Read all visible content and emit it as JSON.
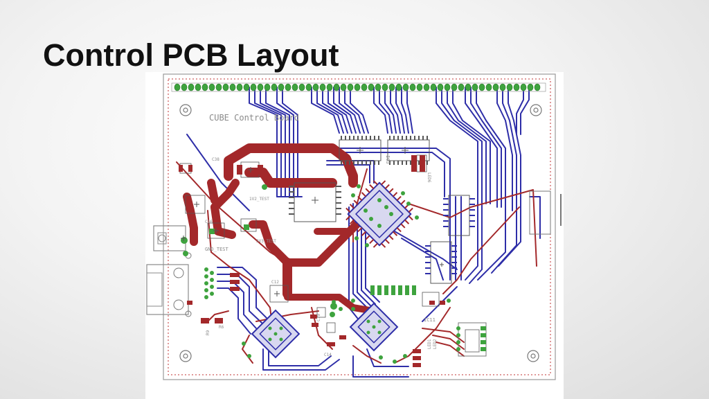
{
  "slide": {
    "title": "Control PCB Layout"
  },
  "board": {
    "board_name": "CUBE Control Board",
    "labels": {
      "test_1v2": "1V2_TEST",
      "test_gnd": "GND_TEST",
      "test_3v3": "3V3_TEST",
      "c38": "C38",
      "c16": "C16",
      "c12": "C12",
      "ic3": "IC3",
      "ic11": "IC11",
      "led6": "LED6",
      "led1": "LED1",
      "led2": "LED2",
      "r9": "R9",
      "r6": "R6",
      "c14": "C14",
      "c19": "C19"
    },
    "colors": {
      "top_copper": "#a3282a",
      "bottom_copper": "#2e2ea8",
      "pad": "#3ea33e",
      "outline": "#9a9a9a",
      "keepout": "#c03030"
    }
  }
}
